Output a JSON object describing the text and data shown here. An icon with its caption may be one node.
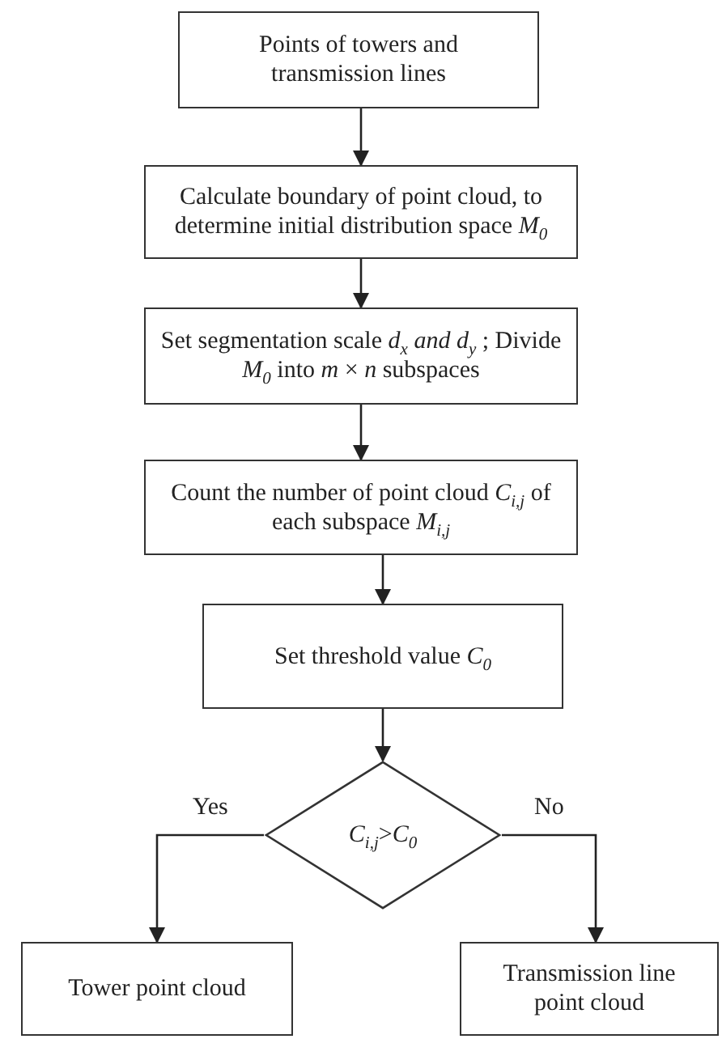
{
  "diagram": {
    "nodes": [
      {
        "text": [
          "Points of towers and transmission lines"
        ]
      },
      {
        "text": [
          "Calculate boundary of point cloud, to determine initial distribution space *M*$_{0}$"
        ]
      },
      {
        "text": [
          "Set segmentation scale *d*$_{x}$ *and d*$_{y}$ ; Divide *M*$_{0}$ into *m* × *n* subspaces"
        ]
      },
      {
        "text": [
          "Count the number of point cloud *C*$_{i,j}$ of each subspace *M*$_{i,j}$"
        ]
      },
      {
        "text": [
          "Set threshold value *C*$_{0}$"
        ]
      },
      {
        "text": [
          "*C*$_{i,j}$>*C*$_{0}$"
        ]
      },
      {
        "text": [
          "Tower point cloud"
        ]
      },
      {
        "text": [
          "Transmission line point cloud"
        ]
      }
    ],
    "edges": [
      {
        "from": 0,
        "to": 1,
        "arrow": "to"
      },
      {
        "from": 1,
        "to": 2,
        "arrow": "to"
      },
      {
        "from": 2,
        "to": 3,
        "arrow": "to"
      },
      {
        "from": 3,
        "to": 4,
        "arrow": "to"
      },
      {
        "from": 4,
        "to": 5,
        "arrow": "to"
      },
      {
        "from": 5,
        "to": 6,
        "arrow": "to",
        "label": "Yes"
      },
      {
        "from": 5,
        "to": 7,
        "arrow": "to",
        "label": "No"
      }
    ]
  }
}
